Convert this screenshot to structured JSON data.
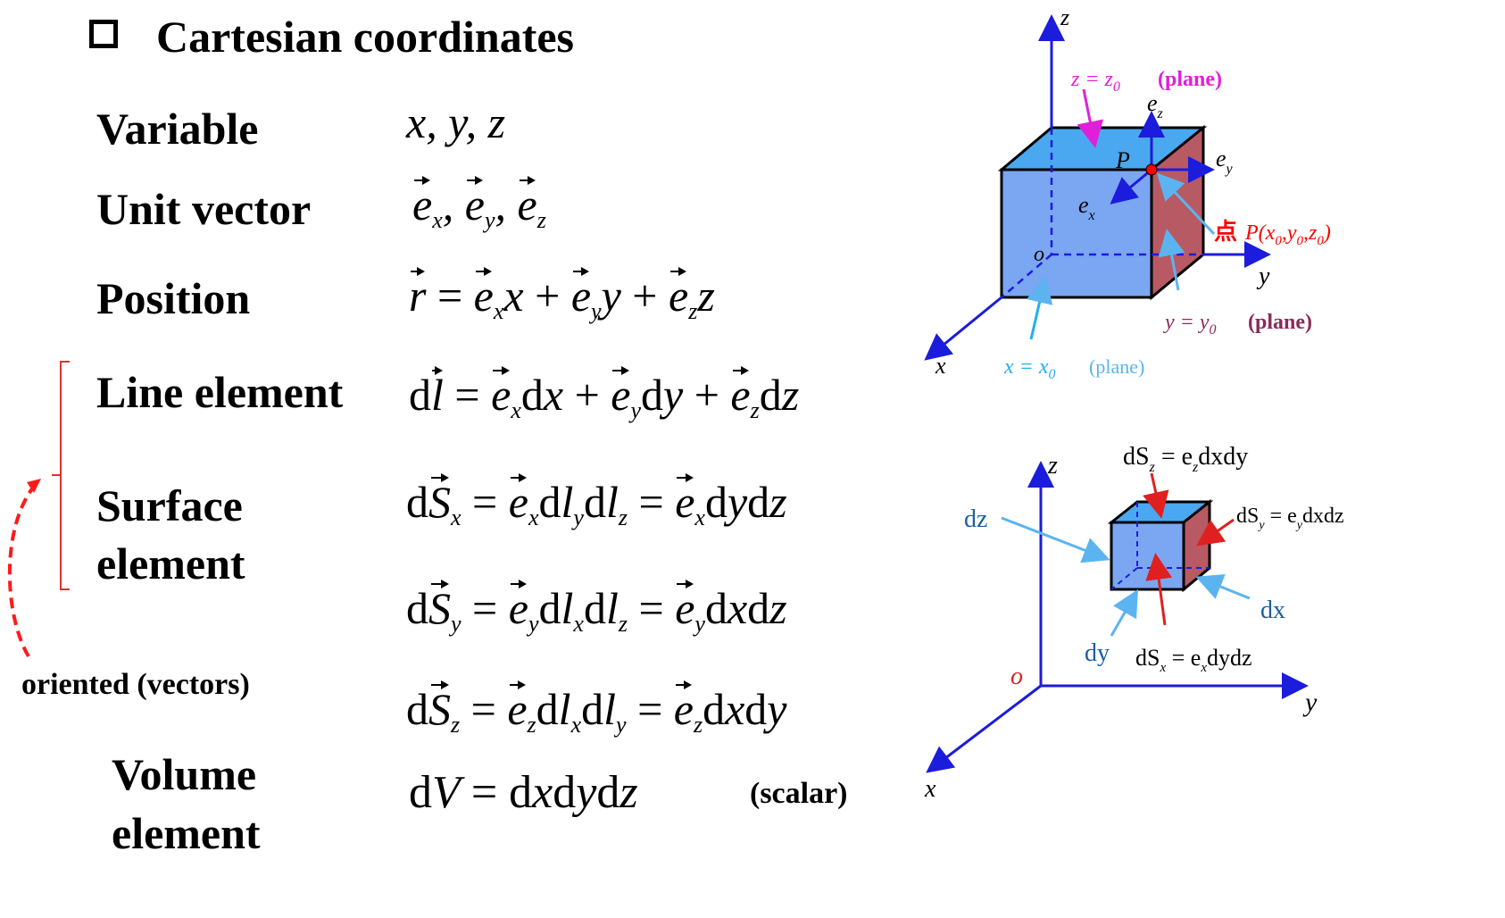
{
  "title": "Cartesian coordinates",
  "rows": {
    "variable": {
      "label": "Variable",
      "eq": "x, y, z"
    },
    "unit_vector": {
      "label": "Unit vector"
    },
    "position": {
      "label": "Position"
    },
    "line_element": {
      "label": "Line element"
    },
    "surface_element": {
      "label_1": "Surface",
      "label_2": "element"
    },
    "volume_element": {
      "label_1": "Volume",
      "label_2": "element",
      "note": "(scalar)"
    }
  },
  "oriented_note": "oriented (vectors)",
  "diagram_top": {
    "axes": {
      "x": "x",
      "y": "y",
      "z": "z",
      "origin": "o"
    },
    "point_label": "P",
    "point_annotation": {
      "char": "点",
      "text": "P(x0,y0,z0)"
    },
    "plane_z": {
      "eq": "z = z0",
      "note": "(plane)"
    },
    "plane_y": {
      "eq": "y = y0",
      "note": "(plane)"
    },
    "plane_x": {
      "eq": "x = x0",
      "note": "(plane)"
    },
    "unit_vectors": {
      "ex": "e_x",
      "ey": "e_y",
      "ez": "e_z"
    },
    "colors": {
      "axis": "#1c1cdc",
      "top_face": "#4aa8f0",
      "front_face": "#7aa6f2",
      "side_face": "#b85a64",
      "magenta": "#e020d8",
      "red": "#ff0000",
      "light_blue": "#5bb4f0",
      "maroon": "#8a2a5a"
    }
  },
  "diagram_bottom": {
    "axes": {
      "x": "x",
      "y": "y",
      "z": "z",
      "origin": "o"
    },
    "labels": {
      "dz": "dz",
      "dx": "dx",
      "dy": "dy"
    }
  }
}
